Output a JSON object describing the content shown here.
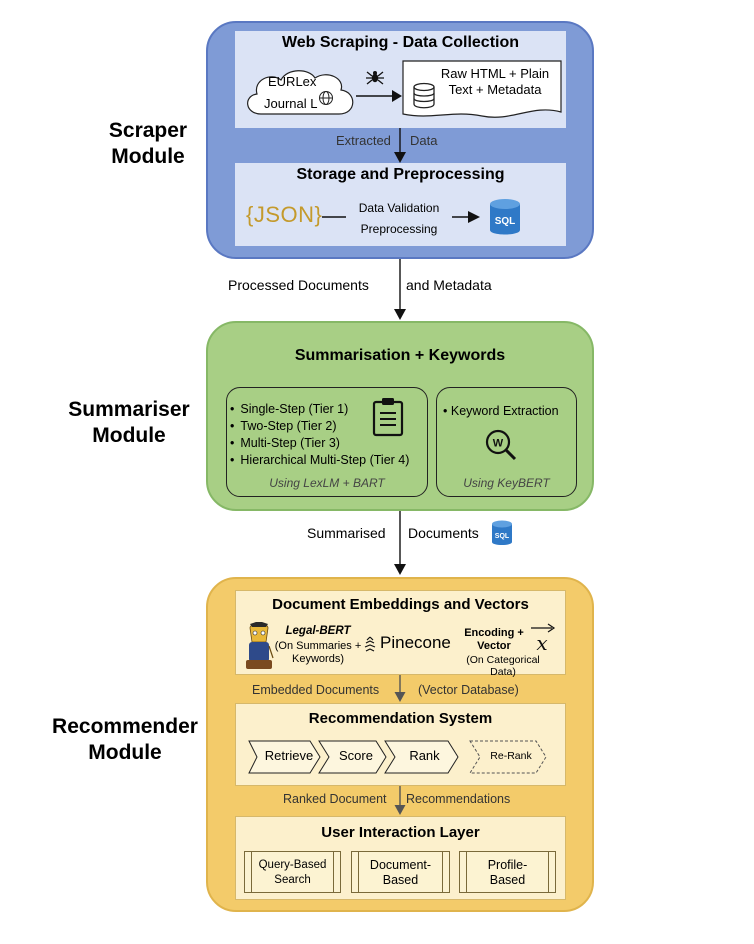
{
  "modules": {
    "scraper": "Scraper\nModule",
    "summariser": "Summariser\nModule",
    "recommender": "Recommender\nModule"
  },
  "scraper": {
    "collection_title": "Web Scraping - Data Collection",
    "cloud_line1": "EURLex",
    "cloud_line2": "Journal L",
    "raw_doc_text": "Raw HTML + Plain Text + Metadata",
    "extracted_left": "Extracted",
    "extracted_right": "Data",
    "storage_title": "Storage and Preprocessing",
    "json_logo": "{JSON}",
    "validation_line1": "Data Validation",
    "validation_line2": "Preprocessing",
    "sql_label": "SQL"
  },
  "edge_processed": {
    "left": "Processed Documents",
    "right": "and Metadata"
  },
  "summariser": {
    "title": "Summarisation + Keywords",
    "methods": [
      "Single-Step (Tier 1)",
      "Two-Step (Tier 2)",
      "Multi-Step (Tier 3)",
      "Hierarchical Multi-Step (Tier 4)"
    ],
    "methods_note": "Using LexLM + BART",
    "keyword_item": "Keyword Extraction",
    "keyword_icon_letter": "W",
    "keyword_note": "Using KeyBERT"
  },
  "edge_summarised": {
    "left": "Summarised",
    "right": "Documents",
    "sql_label": "SQL"
  },
  "recommender": {
    "embed_title": "Document Embeddings and Vectors",
    "legal_bert_name": "Legal-BERT",
    "legal_bert_note": "(On Summaries + Keywords)",
    "pinecone": "Pinecone",
    "encoding_bold": "Encoding + Vector",
    "encoding_note": "(On Categorical Data)",
    "edge_embedded_left": "Embedded Documents",
    "edge_embedded_right": "(Vector Database)",
    "rec_title": "Recommendation System",
    "pipeline": [
      "Retrieve",
      "Score",
      "Rank"
    ],
    "rerank": "Re-Rank",
    "edge_ranked_left": "Ranked Document",
    "edge_ranked_right": "Recommendations",
    "ui_title": "User Interaction Layer",
    "ui_options": [
      [
        "Query-Based",
        "Search"
      ],
      [
        "Document-",
        "Based"
      ],
      [
        "Profile-",
        "Based"
      ]
    ]
  },
  "colors": {
    "scraper_fill": "#7f9bd6",
    "scraper_stroke": "#4c6cb8",
    "scraper_inner": "#dbe3f5",
    "summariser_fill": "#a8cf85",
    "summariser_stroke": "#7aa85a",
    "recommender_fill": "#f3cb6a",
    "recommender_stroke": "#d6a93a",
    "recommender_inner": "#fcf0cc",
    "sql_blue": "#2f79c7"
  }
}
